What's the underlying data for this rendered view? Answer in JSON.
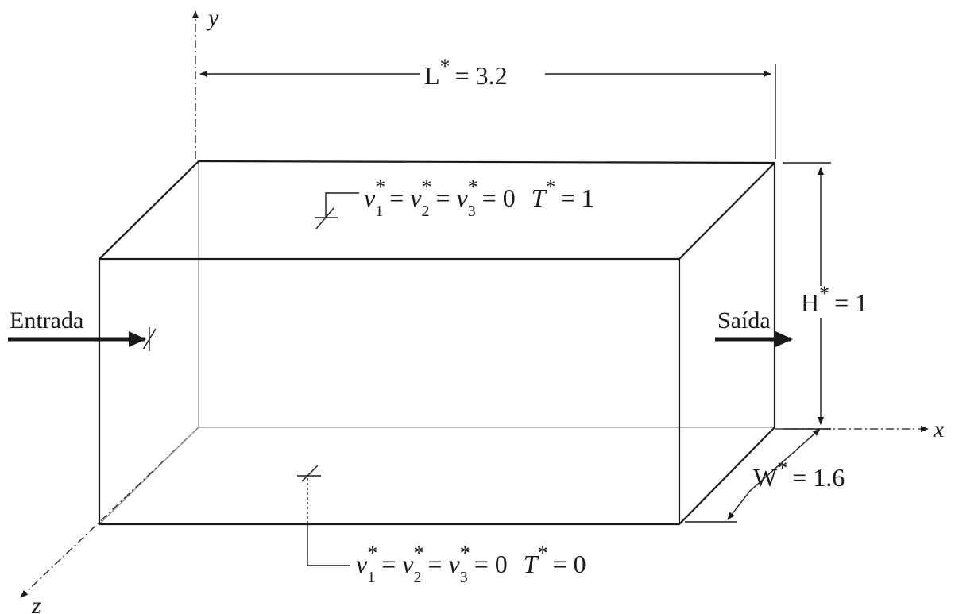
{
  "axes": {
    "x": "x",
    "y": "y",
    "z": "z"
  },
  "dimensions": {
    "length": {
      "symbol": "L",
      "star": "*",
      "value": "= 3.2"
    },
    "height": {
      "symbol": "H",
      "star": "*",
      "value": "= 1"
    },
    "width": {
      "symbol": "W",
      "star": "*",
      "value": "= 1.6"
    }
  },
  "flow": {
    "inlet_label": "Entrada",
    "outlet_label": "Saída"
  },
  "boundary_conditions": {
    "top": {
      "v": "v",
      "sub1": "1",
      "sub2": "2",
      "sub3": "3",
      "star": "*",
      "eq": "=",
      "zero": "= 0",
      "T": "T",
      "T_value": "= 1"
    },
    "bottom": {
      "v": "v",
      "sub1": "1",
      "sub2": "2",
      "sub3": "3",
      "star": "*",
      "eq": "=",
      "zero": "= 0",
      "T": "T",
      "T_value": "= 0"
    }
  }
}
